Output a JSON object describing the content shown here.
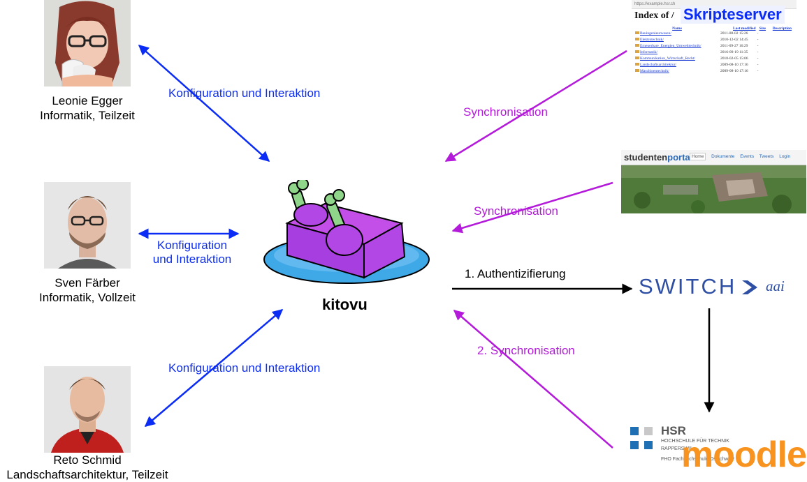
{
  "people": [
    {
      "name": "Leonie Egger",
      "detail": "Informatik, Teilzeit"
    },
    {
      "name": "Sven Färber",
      "detail": "Informatik, Vollzeit"
    },
    {
      "name": "Reto Schmid",
      "detail": "Landschaftsarchitektur, Teilzeit"
    }
  ],
  "labels": {
    "config1": "Konfiguration und Interaktion",
    "config2_line1": "Konfiguration",
    "config2_line2": "und Interaktion",
    "config3": "Konfiguration und Interaktion",
    "sync1": "Synchronisation",
    "sync2": "Synchronisation",
    "auth": "1. Authentizifierung",
    "sync3": "2. Synchronisation"
  },
  "center": {
    "title": "kitovu"
  },
  "skripteserver": {
    "tag": "Skripteserver",
    "heading": "Index of /",
    "url": "https://example.hsr.ch",
    "columns": [
      "Name",
      "Last modified",
      "Size",
      "Description"
    ],
    "rows": [
      {
        "name": "Bauingenieurwesen/",
        "date": "2011-08-02 15:26",
        "size": "-"
      },
      {
        "name": "Elektrotechnik/",
        "date": "2010-12-02 14:45",
        "size": "-"
      },
      {
        "name": "Erneuerbare_Energien_Umwelttechnik/",
        "date": "2011-09-27 16:29",
        "size": "-"
      },
      {
        "name": "Informatik/",
        "date": "2016-09-19 11:35",
        "size": "-"
      },
      {
        "name": "Kommunikation_Wirtschaft_Recht/",
        "date": "2018-02-05 15:06",
        "size": "-"
      },
      {
        "name": "Landschaftsarchitektur/",
        "date": "2009-08-10 17:16",
        "size": "-"
      },
      {
        "name": "Maschinentechnik/",
        "date": "2009-08-10 17:16",
        "size": "-"
      }
    ]
  },
  "studentenportal": {
    "brand_a": "studenten",
    "brand_b": "portal",
    "menu": [
      "Home",
      "Dokumente",
      "Events",
      "Tweets",
      "Login"
    ]
  },
  "switch": {
    "word": "SWITCH",
    "suffix": "aai"
  },
  "hsr": {
    "short": "HSR",
    "line1": "HOCHSCHULE FÜR TECHNIK",
    "line2": "RAPPERSWIL",
    "line3": "FHO Fachhochschule Ostschweiz",
    "moodle": "moodle"
  },
  "colors": {
    "blue_arrow": "#0b2cf5",
    "purple_arrow": "#b31ad9",
    "black_arrow": "#000000",
    "mascot_purple": "#a63ee0",
    "mascot_plate": "#3fa9e8",
    "bone_green": "#8fd68a",
    "moodle_orange": "#f7931e"
  }
}
